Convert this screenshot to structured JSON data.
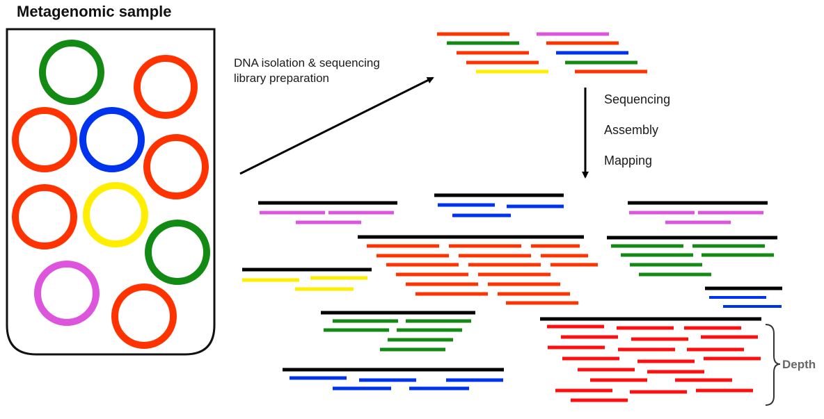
{
  "title": "Metagenomic sample",
  "dna_step": {
    "line1": "DNA isolation & sequencing",
    "line2": "library preparation"
  },
  "pipeline_steps": [
    "Sequencing",
    "Assembly",
    "Mapping"
  ],
  "depth_label": "Depth",
  "colors": {
    "green": "#138a13",
    "red": "#ff3300",
    "blue": "#0033ee",
    "yellow": "#ffee00",
    "magenta": "#dd55dd",
    "black": "#000000"
  }
}
